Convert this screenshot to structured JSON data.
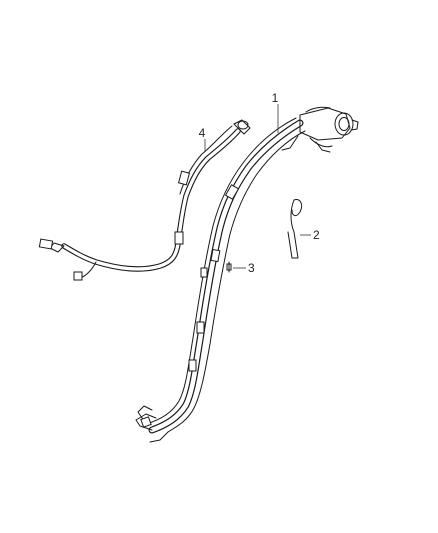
{
  "callouts": [
    {
      "id": "1",
      "label": "1"
    },
    {
      "id": "2",
      "label": "2"
    },
    {
      "id": "3",
      "label": "3"
    },
    {
      "id": "4",
      "label": "4"
    }
  ],
  "colors": {
    "line": "#1a1a1a",
    "background": "#ffffff"
  }
}
